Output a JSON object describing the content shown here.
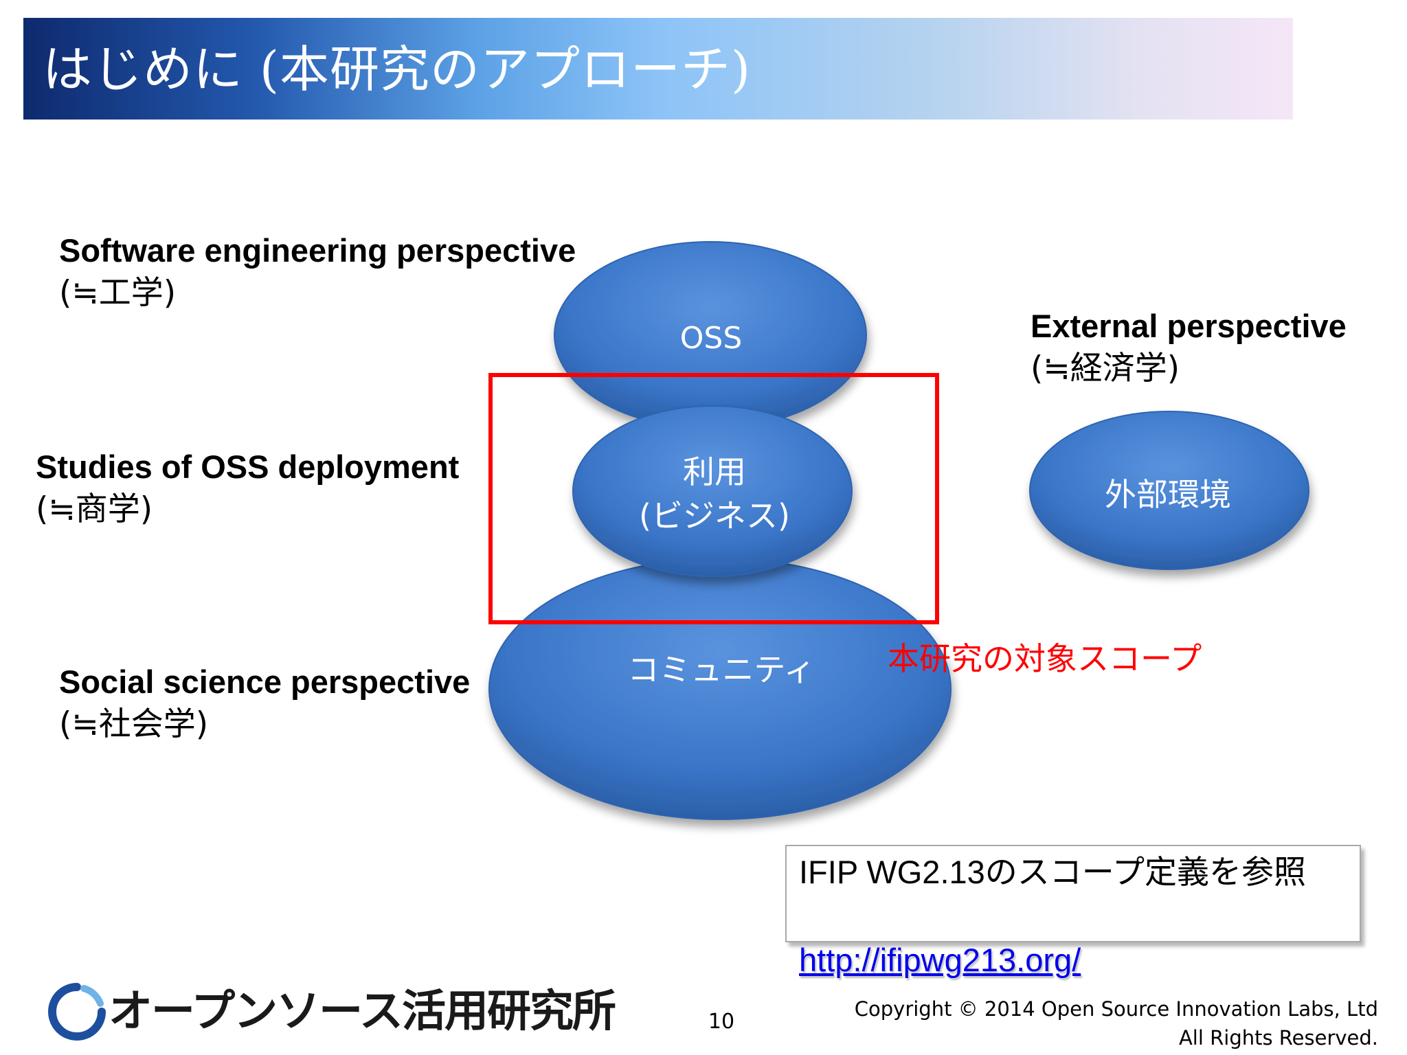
{
  "slide": {
    "title": "はじめに (本研究のアプローチ)",
    "page_number": "10"
  },
  "perspectives": {
    "software_engineering": {
      "label": "Software engineering perspective",
      "sub": "(≒工学)"
    },
    "external": {
      "label": "External perspective",
      "sub": "(≒経済学)"
    },
    "deployment": {
      "label": "Studies of OSS deployment",
      "sub": "(≒商学)"
    },
    "social_science": {
      "label": "Social science perspective",
      "sub": "(≒社会学)"
    }
  },
  "diagram": {
    "oss": "OSS",
    "usage_line1": "利用",
    "usage_line2": "(ビジネス)",
    "external_env": "外部環境",
    "community": "コミュニティ",
    "scope_label": "本研究の対象スコープ",
    "colors": {
      "ellipse_fill": "#3a75c8",
      "ellipse_stroke": "#2e64b0",
      "scope_frame": "#ff0000",
      "title_dark": "#0e2a6e",
      "title_light": "#f5e6f7"
    }
  },
  "reference": {
    "text_latin": "IFIP WG2.13",
    "text_japanese": "のスコープ定義を参照",
    "link": "http://ifipwg213.org/"
  },
  "footer": {
    "logo_text": "オープンソース活用研究所",
    "logo_icon": "ring-logo-icon",
    "copyright_line1": "Copyright © 2014 Open Source Innovation Labs, Ltd",
    "copyright_line2": "All Rights Reserved."
  }
}
